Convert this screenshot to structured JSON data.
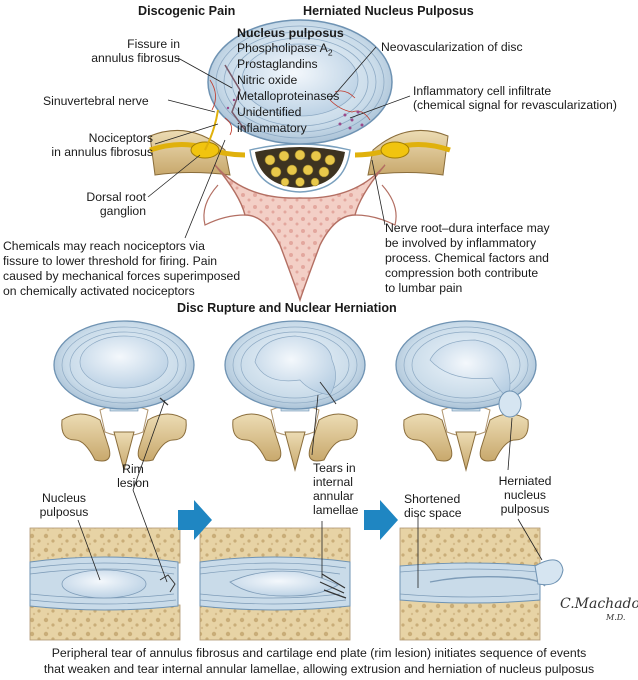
{
  "headings": {
    "discogenic_pain": "Discogenic Pain",
    "herniated_nucleus": "Herniated Nucleus Pulposus",
    "disc_rupture": "Disc Rupture and Nuclear Herniation"
  },
  "nucleus_box": {
    "title": "Nucleus pulposus",
    "phospholipase": "Phospholipase A",
    "phospholipase_sub": "2",
    "items": [
      "Prostaglandins",
      "Nitric oxide",
      "Metalloproteinases",
      "Unidentified",
      "inflammatory"
    ]
  },
  "top_labels": {
    "fissure": [
      "Fissure in",
      "annulus fibrosus"
    ],
    "sinuvertebral": "Sinuvertebral nerve",
    "nociceptors": [
      "Nociceptors",
      "in annulus fibrosus"
    ],
    "dorsal_root": [
      "Dorsal root",
      "ganglion"
    ],
    "neovascularization": "Neovascularization of disc",
    "inflammatory_infiltrate": [
      "Inflammatory cell infiltrate",
      "(chemical signal for revascularization)"
    ],
    "chemicals_note": [
      "Chemicals may reach nociceptors via",
      "fissure to lower threshold for firing. Pain",
      "caused by mechanical forces superimposed",
      "on chemically activated nociceptors"
    ],
    "nerve_root_note": [
      "Nerve root–dura interface may",
      "be involved by inflammatory",
      "process. Chemical factors and",
      "compression both contribute",
      "to lumbar pain"
    ]
  },
  "bottom_labels": {
    "rim_lesion": [
      "Rim",
      "lesion"
    ],
    "nucleus_pulposus": [
      "Nucleus",
      "pulposus"
    ],
    "tears": [
      "Tears in",
      "internal",
      "annular",
      "lamellae"
    ],
    "shortened": [
      "Shortened",
      "disc space"
    ],
    "herniated": [
      "Herniated",
      "nucleus",
      "pulposus"
    ]
  },
  "signature": {
    "name": "C.Machado",
    "suffix": "M.D."
  },
  "caption": [
    "Peripheral tear of annulus fibrosus and cartilage end plate (rim lesion) initiates sequence of events",
    "that weaken and tear internal annular lamellae, allowing extrusion and herniation of nucleus pulposus"
  ],
  "colors": {
    "disc_blue": "#c9dbe9",
    "annulus_line": "#6f93b3",
    "bone_tan": "#d9bf8a",
    "marrow_pink": "#f0c6c0",
    "nerve_yellow": "#f1c40f",
    "arrow_blue": "#1f86c2"
  }
}
